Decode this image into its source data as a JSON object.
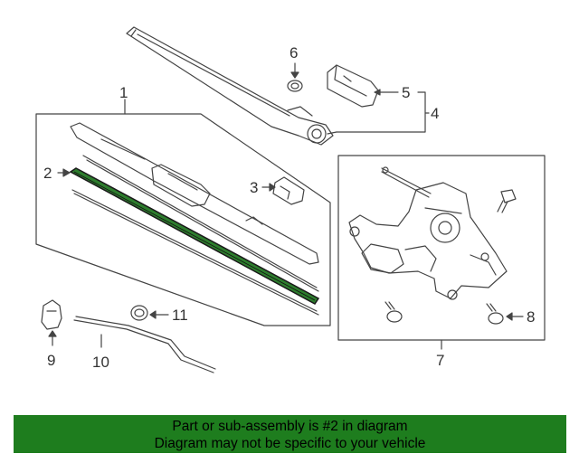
{
  "callouts": {
    "c1": "1",
    "c2": "2",
    "c3": "3",
    "c4": "4",
    "c5": "5",
    "c6": "6",
    "c7": "7",
    "c8": "8",
    "c9": "9",
    "c10": "10",
    "c11": "11"
  },
  "highlight_color": "#2d7d2d",
  "banner": {
    "line1": "Part or sub-assembly is #2 in diagram",
    "line2": "Diagram may not be specific to your vehicle",
    "color": "#1e7d1e"
  }
}
